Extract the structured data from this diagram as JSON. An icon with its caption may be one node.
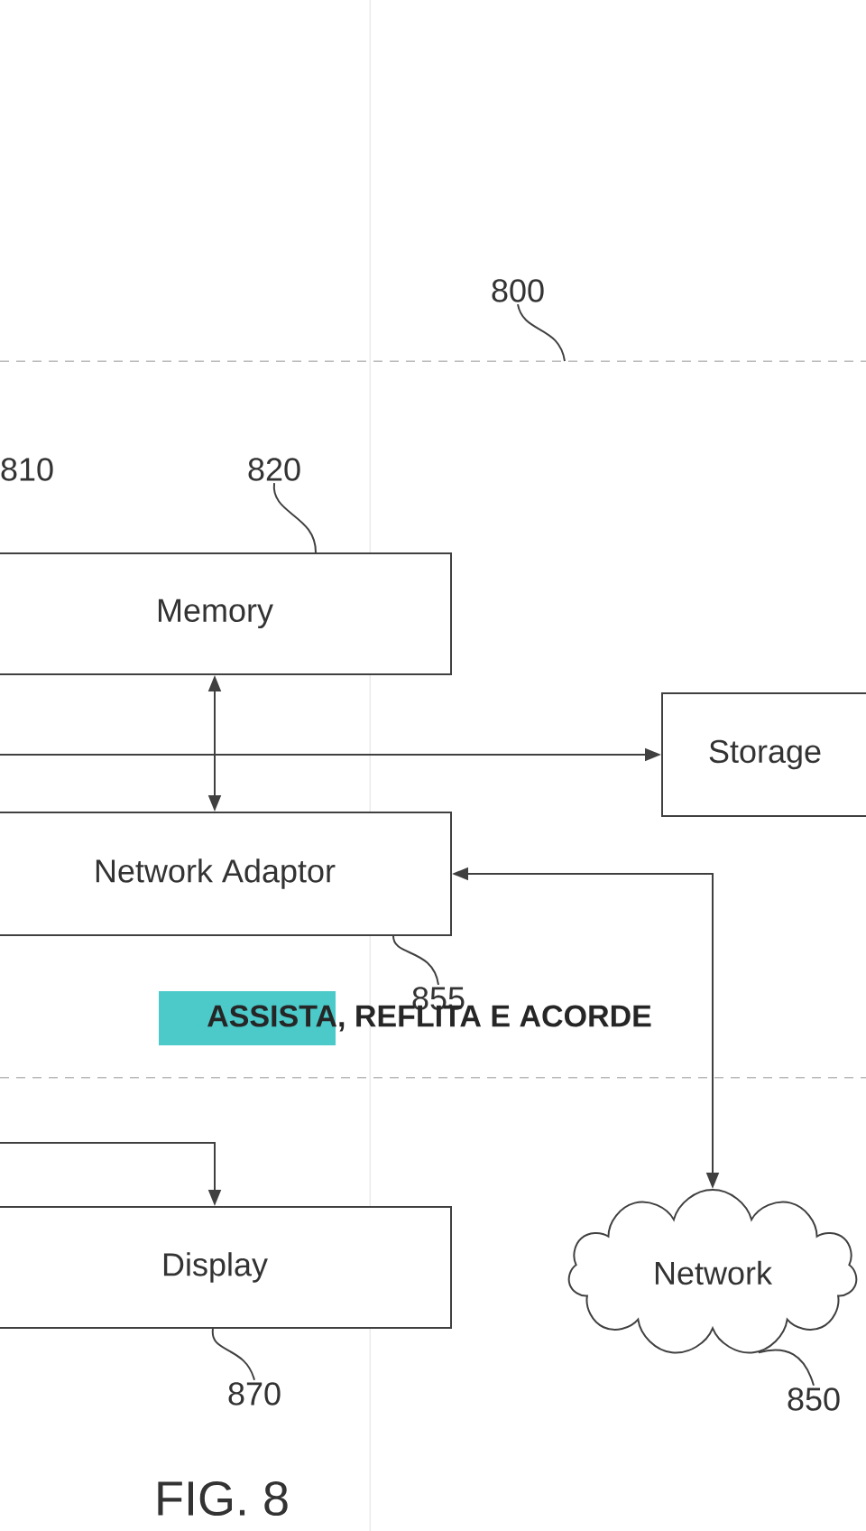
{
  "diagram": {
    "nodes": [
      {
        "text": [
          "800"
        ]
      },
      {
        "text": [
          "820"
        ]
      },
      {
        "text": [
          "Memory"
        ]
      },
      {
        "text": [
          "Storage"
        ]
      },
      {
        "text": [
          "Network Adaptor"
        ]
      },
      {
        "text": [
          "855"
        ]
      },
      {
        "text": [
          "Display"
        ]
      },
      {
        "text": [
          "Network"
        ]
      },
      {
        "text": [
          "870"
        ]
      },
      {
        "text": [
          "850"
        ]
      }
    ],
    "edges": [
      {
        "from": 0,
        "to": null,
        "arrow": "none"
      },
      {
        "from": 1,
        "to": 2,
        "arrow": "none"
      },
      {
        "from": 2,
        "to": 4,
        "arrow": "both"
      },
      {
        "from": null,
        "to": 3,
        "arrow": "to"
      },
      {
        "from": 4,
        "to": 7,
        "arrow": "both"
      },
      {
        "from": 5,
        "to": 4,
        "arrow": "none"
      },
      {
        "from": null,
        "to": 6,
        "arrow": "to"
      },
      {
        "from": 8,
        "to": 6,
        "arrow": "none"
      },
      {
        "from": 9,
        "to": 7,
        "arrow": "none"
      }
    ],
    "labels": [
      "810",
      "ASSISTA, REFLITA E ACORDE",
      "FIG. 8"
    ]
  }
}
